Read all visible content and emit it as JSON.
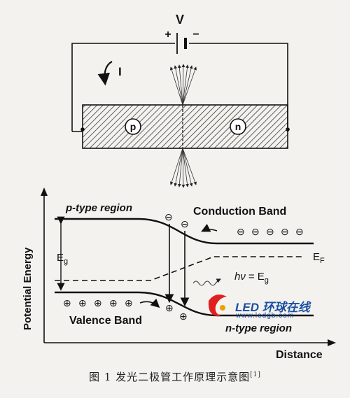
{
  "circuit": {
    "voltage_label": "V",
    "plus_sign": "+",
    "minus_sign": "−",
    "current_label": "I",
    "p_label": "p",
    "n_label": "n"
  },
  "band_diagram": {
    "p_region_label": "p-type region",
    "n_region_label": "n-type region",
    "conduction_band_label": "Conduction Band",
    "valence_band_label": "Valence Band",
    "eg_label": "E",
    "eg_subscript": "g",
    "ef_label": "E",
    "ef_subscript": "F",
    "photon_label_hv": "hν",
    "photon_label_eq": "= E",
    "photon_label_sub": "g",
    "y_axis_label": "Potential Energy",
    "x_axis_label": "Distance",
    "electron_symbol": "⊖",
    "hole_symbol": "⊕"
  },
  "watermark": {
    "brand": "LED 环球在线",
    "url": "www.ledgb.com"
  },
  "caption": {
    "text": "图 1   发光二极管工作原理示意图",
    "ref": "[1]"
  }
}
